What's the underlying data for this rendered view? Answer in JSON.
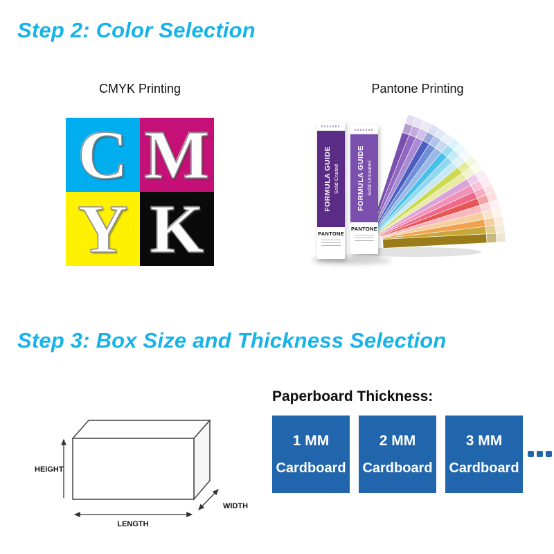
{
  "palette": {
    "heading": "#17b3e8",
    "tile_blue": "#2166ad"
  },
  "step2": {
    "heading": "Step 2: Color Selection",
    "cmyk": {
      "label": "CMYK Printing",
      "tiles": [
        {
          "letter": "C",
          "bg": "#00aeef"
        },
        {
          "letter": "M",
          "bg": "#c51077"
        },
        {
          "letter": "Y",
          "bg": "#fff100"
        },
        {
          "letter": "K",
          "bg": "#0a0a0a"
        }
      ]
    },
    "pantone": {
      "label": "Pantone Printing",
      "books": [
        {
          "title": "FORMULA GUIDE",
          "subtitle": "Solid Coated",
          "brand": "PANTONE",
          "spine_color": "#5b2c86"
        },
        {
          "title": "FORMULA GUIDE",
          "subtitle": "Solid Uncoated",
          "brand": "PANTONE",
          "spine_color": "#7a4fae"
        }
      ],
      "fan_colors": [
        "#7a4fae",
        "#9168c1",
        "#a98ad3",
        "#4a5fc0",
        "#6f8fd8",
        "#9ab8e8",
        "#49c0e8",
        "#90d8f0",
        "#c7e8f5",
        "#cdd94e",
        "#e8eaa8",
        "#d9a3d9",
        "#f291b8",
        "#ef6a8a",
        "#e85555",
        "#f8b8c0",
        "#f6cf9e",
        "#f0a24e",
        "#c9a83a",
        "#9a7d18"
      ]
    }
  },
  "step3": {
    "heading": "Step 3: Box Size and Thickness Selection",
    "box_labels": {
      "height": "HEIGHT",
      "width": "WIDTH",
      "length": "LENGTH"
    },
    "thickness": {
      "heading": "Paperboard Thickness:",
      "tiles": [
        {
          "line1": "1 MM",
          "line2": "Cardboard"
        },
        {
          "line1": "2 MM",
          "line2": "Cardboard"
        },
        {
          "line1": "3 MM",
          "line2": "Cardboard"
        }
      ],
      "ellipsis": "..."
    }
  }
}
